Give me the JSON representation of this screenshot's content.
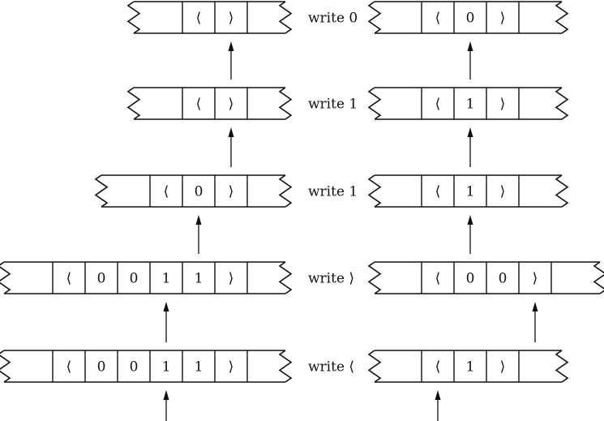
{
  "rows": [
    {
      "left": {
        "cells": [
          "⟨",
          "⟩"
        ],
        "head": 1
      },
      "label": "write 0",
      "right": {
        "cells": [
          "⟨",
          "0",
          "⟩"
        ],
        "head": 1
      }
    },
    {
      "left": {
        "cells": [
          "⟨",
          "⟩"
        ],
        "head": 1
      },
      "label": "write 1",
      "right": {
        "cells": [
          "⟨",
          "1",
          "⟩"
        ],
        "head": 1
      }
    },
    {
      "left": {
        "cells": [
          "⟨",
          "0",
          "⟩"
        ],
        "head": 1
      },
      "label": "write 1",
      "right": {
        "cells": [
          "⟨",
          "1",
          "⟩"
        ],
        "head": 1
      }
    },
    {
      "left": {
        "cells": [
          "⟨",
          "0",
          "0",
          "1",
          "1",
          "⟩"
        ],
        "head": 3
      },
      "label": "write ⟩",
      "right": {
        "cells": [
          "⟨",
          "0",
          "0",
          "⟩"
        ],
        "head": 3
      }
    },
    {
      "left": {
        "cells": [
          "⟨",
          "0",
          "0",
          "1",
          "1",
          "⟩"
        ],
        "head": 3
      },
      "label": "write ⟨",
      "right": {
        "cells": [
          "⟨",
          "1",
          "⟩"
        ],
        "head": 0
      }
    }
  ]
}
